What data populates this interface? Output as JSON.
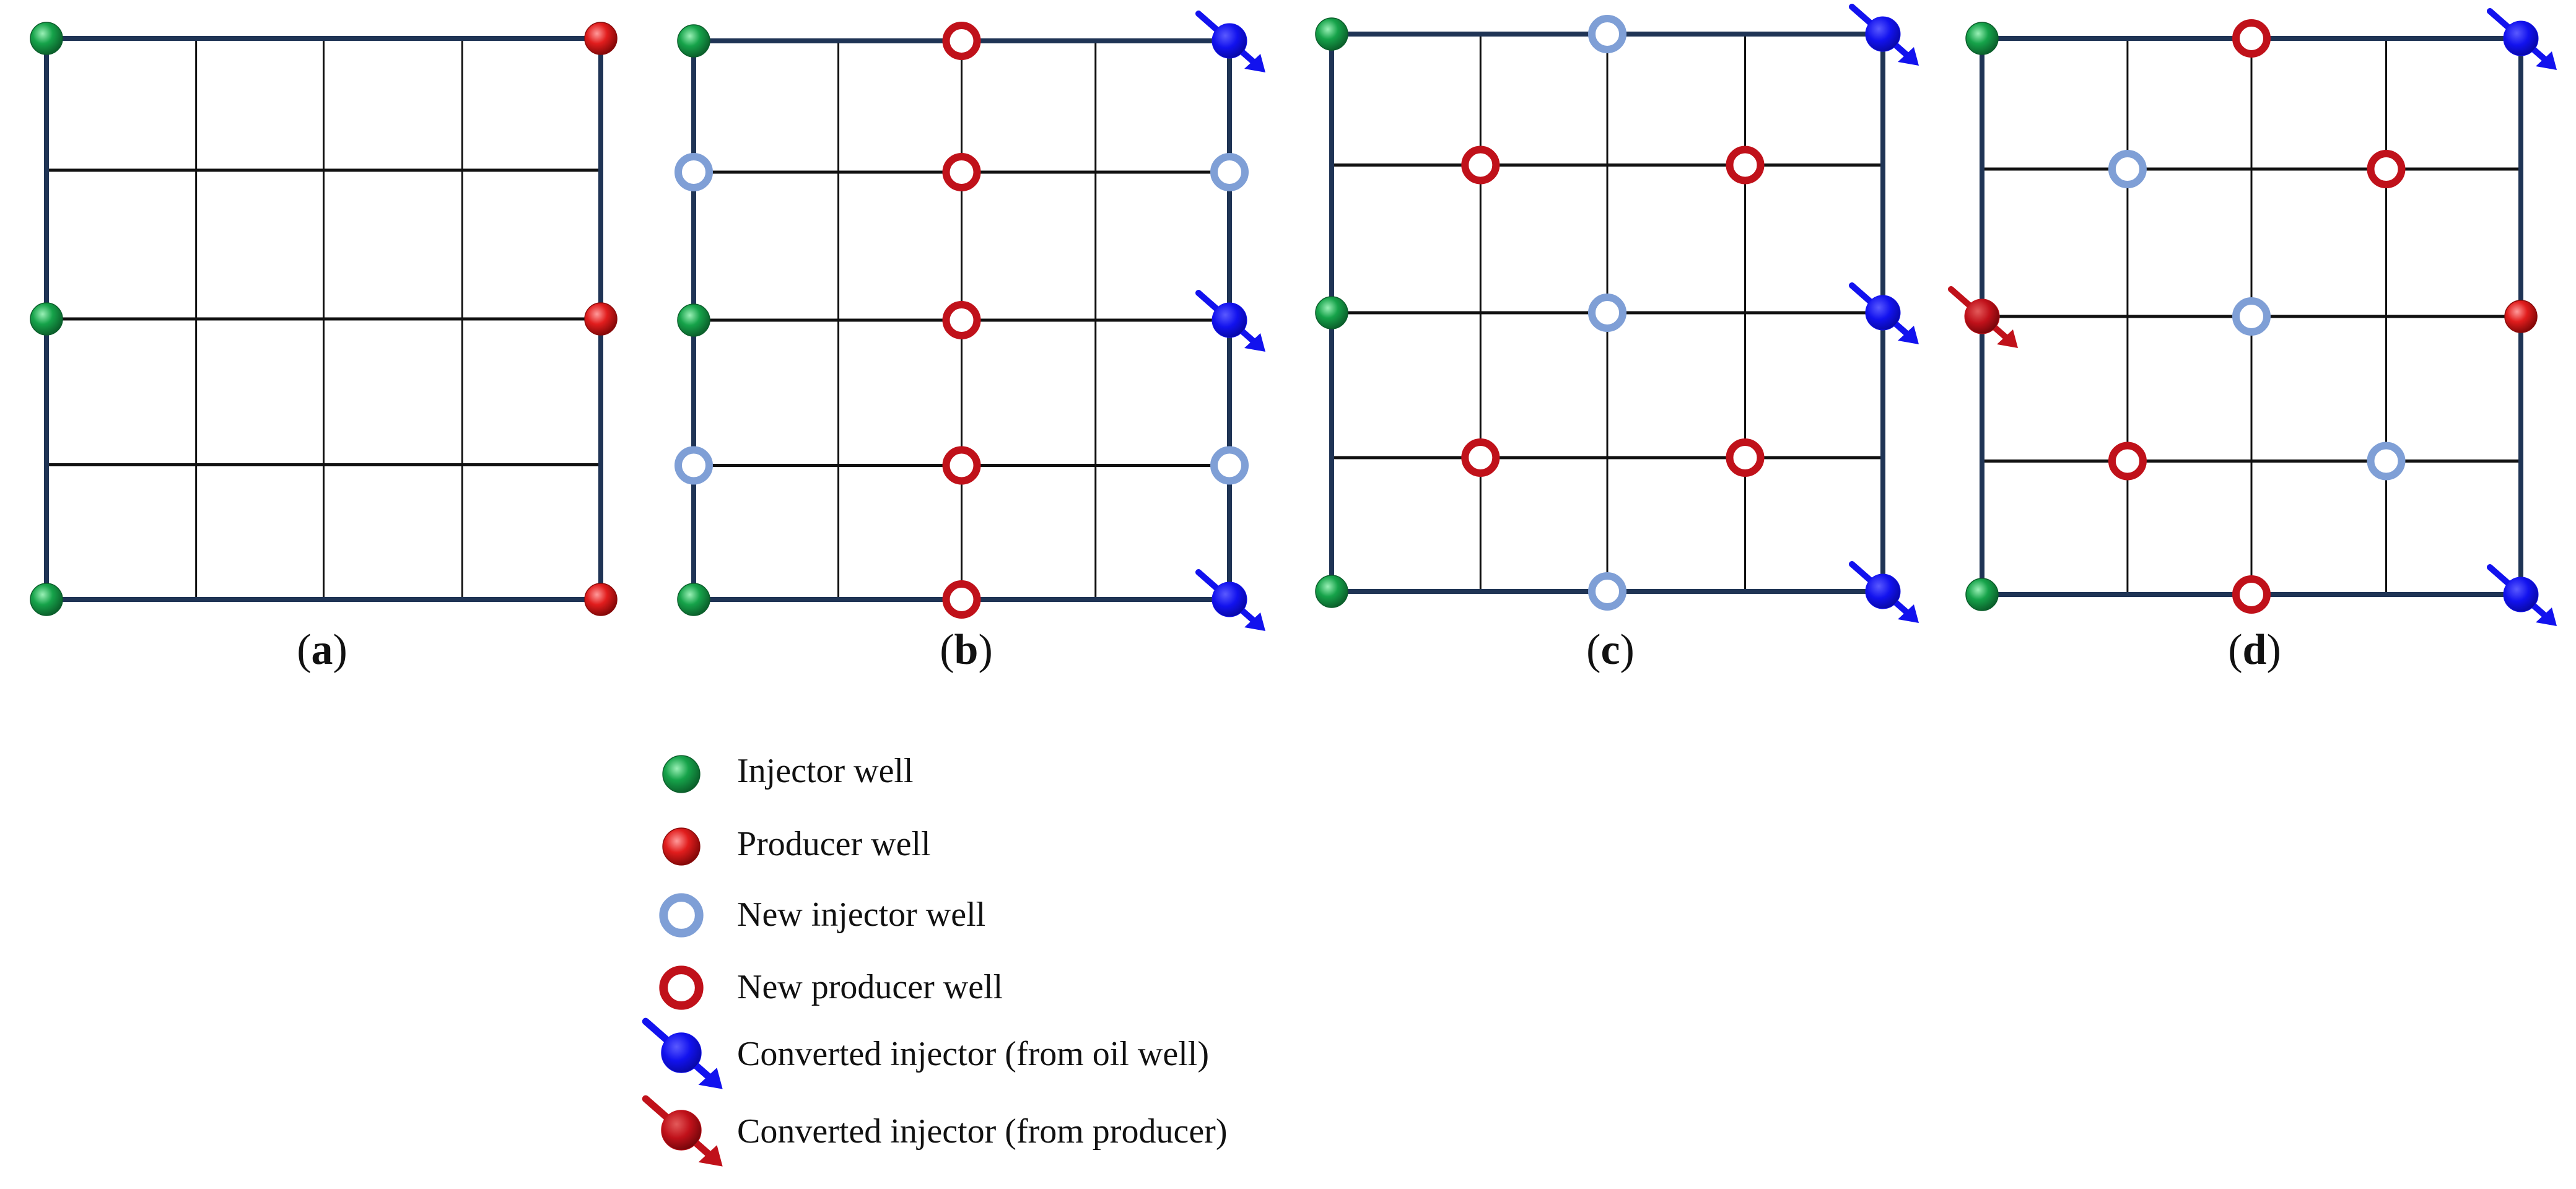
{
  "colors": {
    "frame": "#1f3455",
    "grid": "#111111",
    "injector": "#16a34a",
    "producer": "#e11d1d",
    "new_injector": "#7f9fd6",
    "new_producer": "#c0111a",
    "converted_oil": "#1212ee",
    "converted_producer": "#c0111a"
  },
  "icons": {
    "injector": "green-sphere-icon",
    "producer": "red-sphere-icon",
    "new_injector": "light-blue-ring-icon",
    "new_producer": "dark-red-ring-icon",
    "converted_oil": "blue-sphere-arrow-icon",
    "converted_producer": "red-sphere-arrow-icon"
  },
  "panels": [
    {
      "label": "a",
      "grid_x": [
        0.27,
        0.5,
        0.75
      ],
      "grid_y": [
        0.235,
        0.5,
        0.76
      ],
      "wells": [
        {
          "type": "injector",
          "u": 0,
          "v": 0
        },
        {
          "type": "injector",
          "u": 0,
          "v": 0.5
        },
        {
          "type": "injector",
          "u": 0,
          "v": 1
        },
        {
          "type": "producer",
          "u": 1,
          "v": 0
        },
        {
          "type": "producer",
          "u": 1,
          "v": 0.5
        },
        {
          "type": "producer",
          "u": 1,
          "v": 1
        }
      ]
    },
    {
      "label": "b",
      "grid_x": [
        0.27,
        0.5,
        0.75
      ],
      "grid_y": [
        0.235,
        0.5,
        0.76
      ],
      "wells": [
        {
          "type": "injector",
          "u": 0,
          "v": 0
        },
        {
          "type": "injector",
          "u": 0,
          "v": 0.5
        },
        {
          "type": "injector",
          "u": 0,
          "v": 1
        },
        {
          "type": "new_injector",
          "u": 0,
          "v": 0.235
        },
        {
          "type": "new_injector",
          "u": 0,
          "v": 0.76
        },
        {
          "type": "new_injector",
          "u": 1,
          "v": 0.235
        },
        {
          "type": "new_injector",
          "u": 1,
          "v": 0.76
        },
        {
          "type": "new_producer",
          "u": 0.5,
          "v": 0
        },
        {
          "type": "new_producer",
          "u": 0.5,
          "v": 0.235
        },
        {
          "type": "new_producer",
          "u": 0.5,
          "v": 0.5
        },
        {
          "type": "new_producer",
          "u": 0.5,
          "v": 0.76
        },
        {
          "type": "new_producer",
          "u": 0.5,
          "v": 1
        },
        {
          "type": "converted_oil",
          "u": 1,
          "v": 0
        },
        {
          "type": "converted_oil",
          "u": 1,
          "v": 0.5
        },
        {
          "type": "converted_oil",
          "u": 1,
          "v": 1
        }
      ]
    },
    {
      "label": "c",
      "grid_x": [
        0.27,
        0.5,
        0.75
      ],
      "grid_y": [
        0.235,
        0.5,
        0.76
      ],
      "wells": [
        {
          "type": "injector",
          "u": 0,
          "v": 0
        },
        {
          "type": "injector",
          "u": 0,
          "v": 0.5
        },
        {
          "type": "injector",
          "u": 0,
          "v": 1
        },
        {
          "type": "new_injector",
          "u": 0.5,
          "v": 0
        },
        {
          "type": "new_injector",
          "u": 0.5,
          "v": 0.5
        },
        {
          "type": "new_injector",
          "u": 0.5,
          "v": 1
        },
        {
          "type": "new_producer",
          "u": 0.27,
          "v": 0.235
        },
        {
          "type": "new_producer",
          "u": 0.75,
          "v": 0.235
        },
        {
          "type": "new_producer",
          "u": 0.27,
          "v": 0.76
        },
        {
          "type": "new_producer",
          "u": 0.75,
          "v": 0.76
        },
        {
          "type": "converted_oil",
          "u": 1,
          "v": 0
        },
        {
          "type": "converted_oil",
          "u": 1,
          "v": 0.5
        },
        {
          "type": "converted_oil",
          "u": 1,
          "v": 1
        }
      ]
    },
    {
      "label": "d",
      "grid_x": [
        0.27,
        0.5,
        0.75
      ],
      "grid_y": [
        0.235,
        0.5,
        0.76
      ],
      "wells": [
        {
          "type": "injector",
          "u": 0,
          "v": 0
        },
        {
          "type": "injector",
          "u": 0,
          "v": 1
        },
        {
          "type": "producer",
          "u": 1,
          "v": 0.5
        },
        {
          "type": "new_injector",
          "u": 0.27,
          "v": 0.235
        },
        {
          "type": "new_injector",
          "u": 0.5,
          "v": 0.5
        },
        {
          "type": "new_injector",
          "u": 0.75,
          "v": 0.76
        },
        {
          "type": "new_producer",
          "u": 0.5,
          "v": 0
        },
        {
          "type": "new_producer",
          "u": 0.75,
          "v": 0.235
        },
        {
          "type": "new_producer",
          "u": 0.27,
          "v": 0.76
        },
        {
          "type": "new_producer",
          "u": 0.5,
          "v": 1
        },
        {
          "type": "converted_producer",
          "u": 0,
          "v": 0.5
        },
        {
          "type": "converted_oil",
          "u": 1,
          "v": 0
        },
        {
          "type": "converted_oil",
          "u": 1,
          "v": 1
        }
      ]
    }
  ],
  "legend": [
    {
      "type": "injector",
      "label": "Injector well"
    },
    {
      "type": "producer",
      "label": "Producer well"
    },
    {
      "type": "new_injector",
      "label": "New injector well"
    },
    {
      "type": "new_producer",
      "label": "New producer well"
    },
    {
      "type": "converted_oil",
      "label": "Converted injector (from oil well)"
    },
    {
      "type": "converted_producer",
      "label": "Converted injector (from producer)"
    }
  ]
}
